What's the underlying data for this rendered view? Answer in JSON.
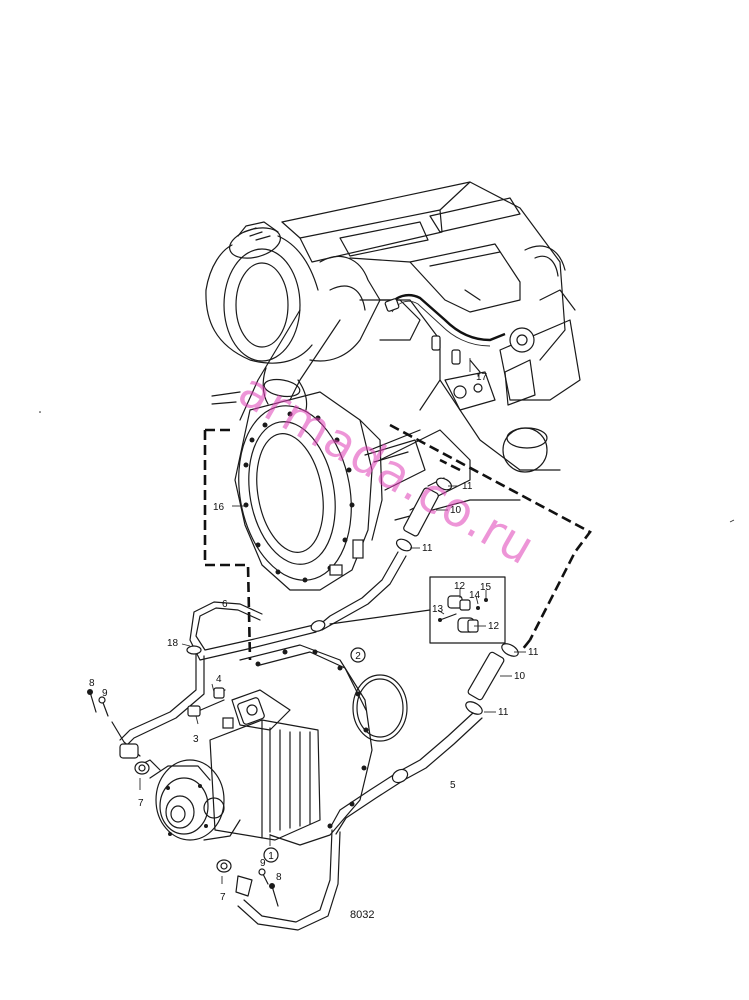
{
  "drawing": {
    "figure_number": "8032",
    "watermark": "armada.co.ru",
    "colors": {
      "ink": "#1a1a1a",
      "watermark": "#e040b8",
      "background": "#ffffff"
    },
    "callouts": {
      "c1": "1",
      "c2": "2",
      "c3": "3",
      "c4": "4",
      "c5": "5",
      "c6": "6",
      "c7a": "7",
      "c7b": "7",
      "c8a": "8",
      "c8b": "8",
      "c9a": "9",
      "c9b": "9",
      "c10a": "10",
      "c10b": "10",
      "c11a": "11",
      "c11b": "11",
      "c11c": "11",
      "c11d": "11",
      "c12a": "12",
      "c12b": "12",
      "c13": "13",
      "c14": "14",
      "c15": "15",
      "c16": "16",
      "c17": "17",
      "c18": "18"
    }
  }
}
